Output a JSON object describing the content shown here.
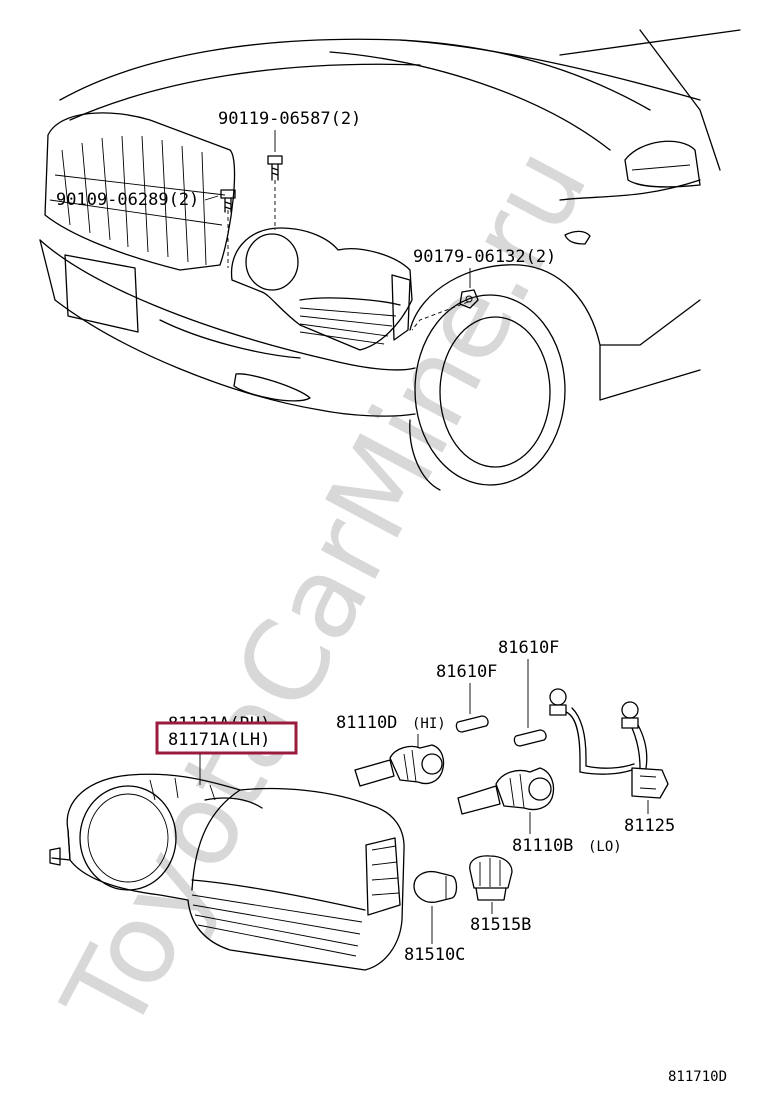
{
  "watermark": "ToyotaCarMine.ru",
  "diagram_code": "811710D",
  "highlight_color": "#9b1b3c",
  "callouts": [
    {
      "id": "bolt-upper",
      "part_number": "90119-06587(2)"
    },
    {
      "id": "bolt-grille",
      "part_number": "90109-06289(2)"
    },
    {
      "id": "nut-fender",
      "part_number": "90179-06132(2)"
    },
    {
      "id": "housing-rh",
      "part_number": "81131A(RH)"
    },
    {
      "id": "housing-lh",
      "part_number": "81171A(LH)",
      "highlighted": true
    },
    {
      "id": "bulb-hi",
      "part_number": "81110D",
      "suffix": "(HI)"
    },
    {
      "id": "bulb-lo",
      "part_number": "81110B",
      "suffix": "(LO)"
    },
    {
      "id": "bulb-small-1",
      "part_number": "81610F"
    },
    {
      "id": "bulb-small-2",
      "part_number": "81610F"
    },
    {
      "id": "wire-harness",
      "part_number": "81125"
    },
    {
      "id": "socket",
      "part_number": "81515B"
    },
    {
      "id": "bulb-side",
      "part_number": "81510C"
    }
  ]
}
